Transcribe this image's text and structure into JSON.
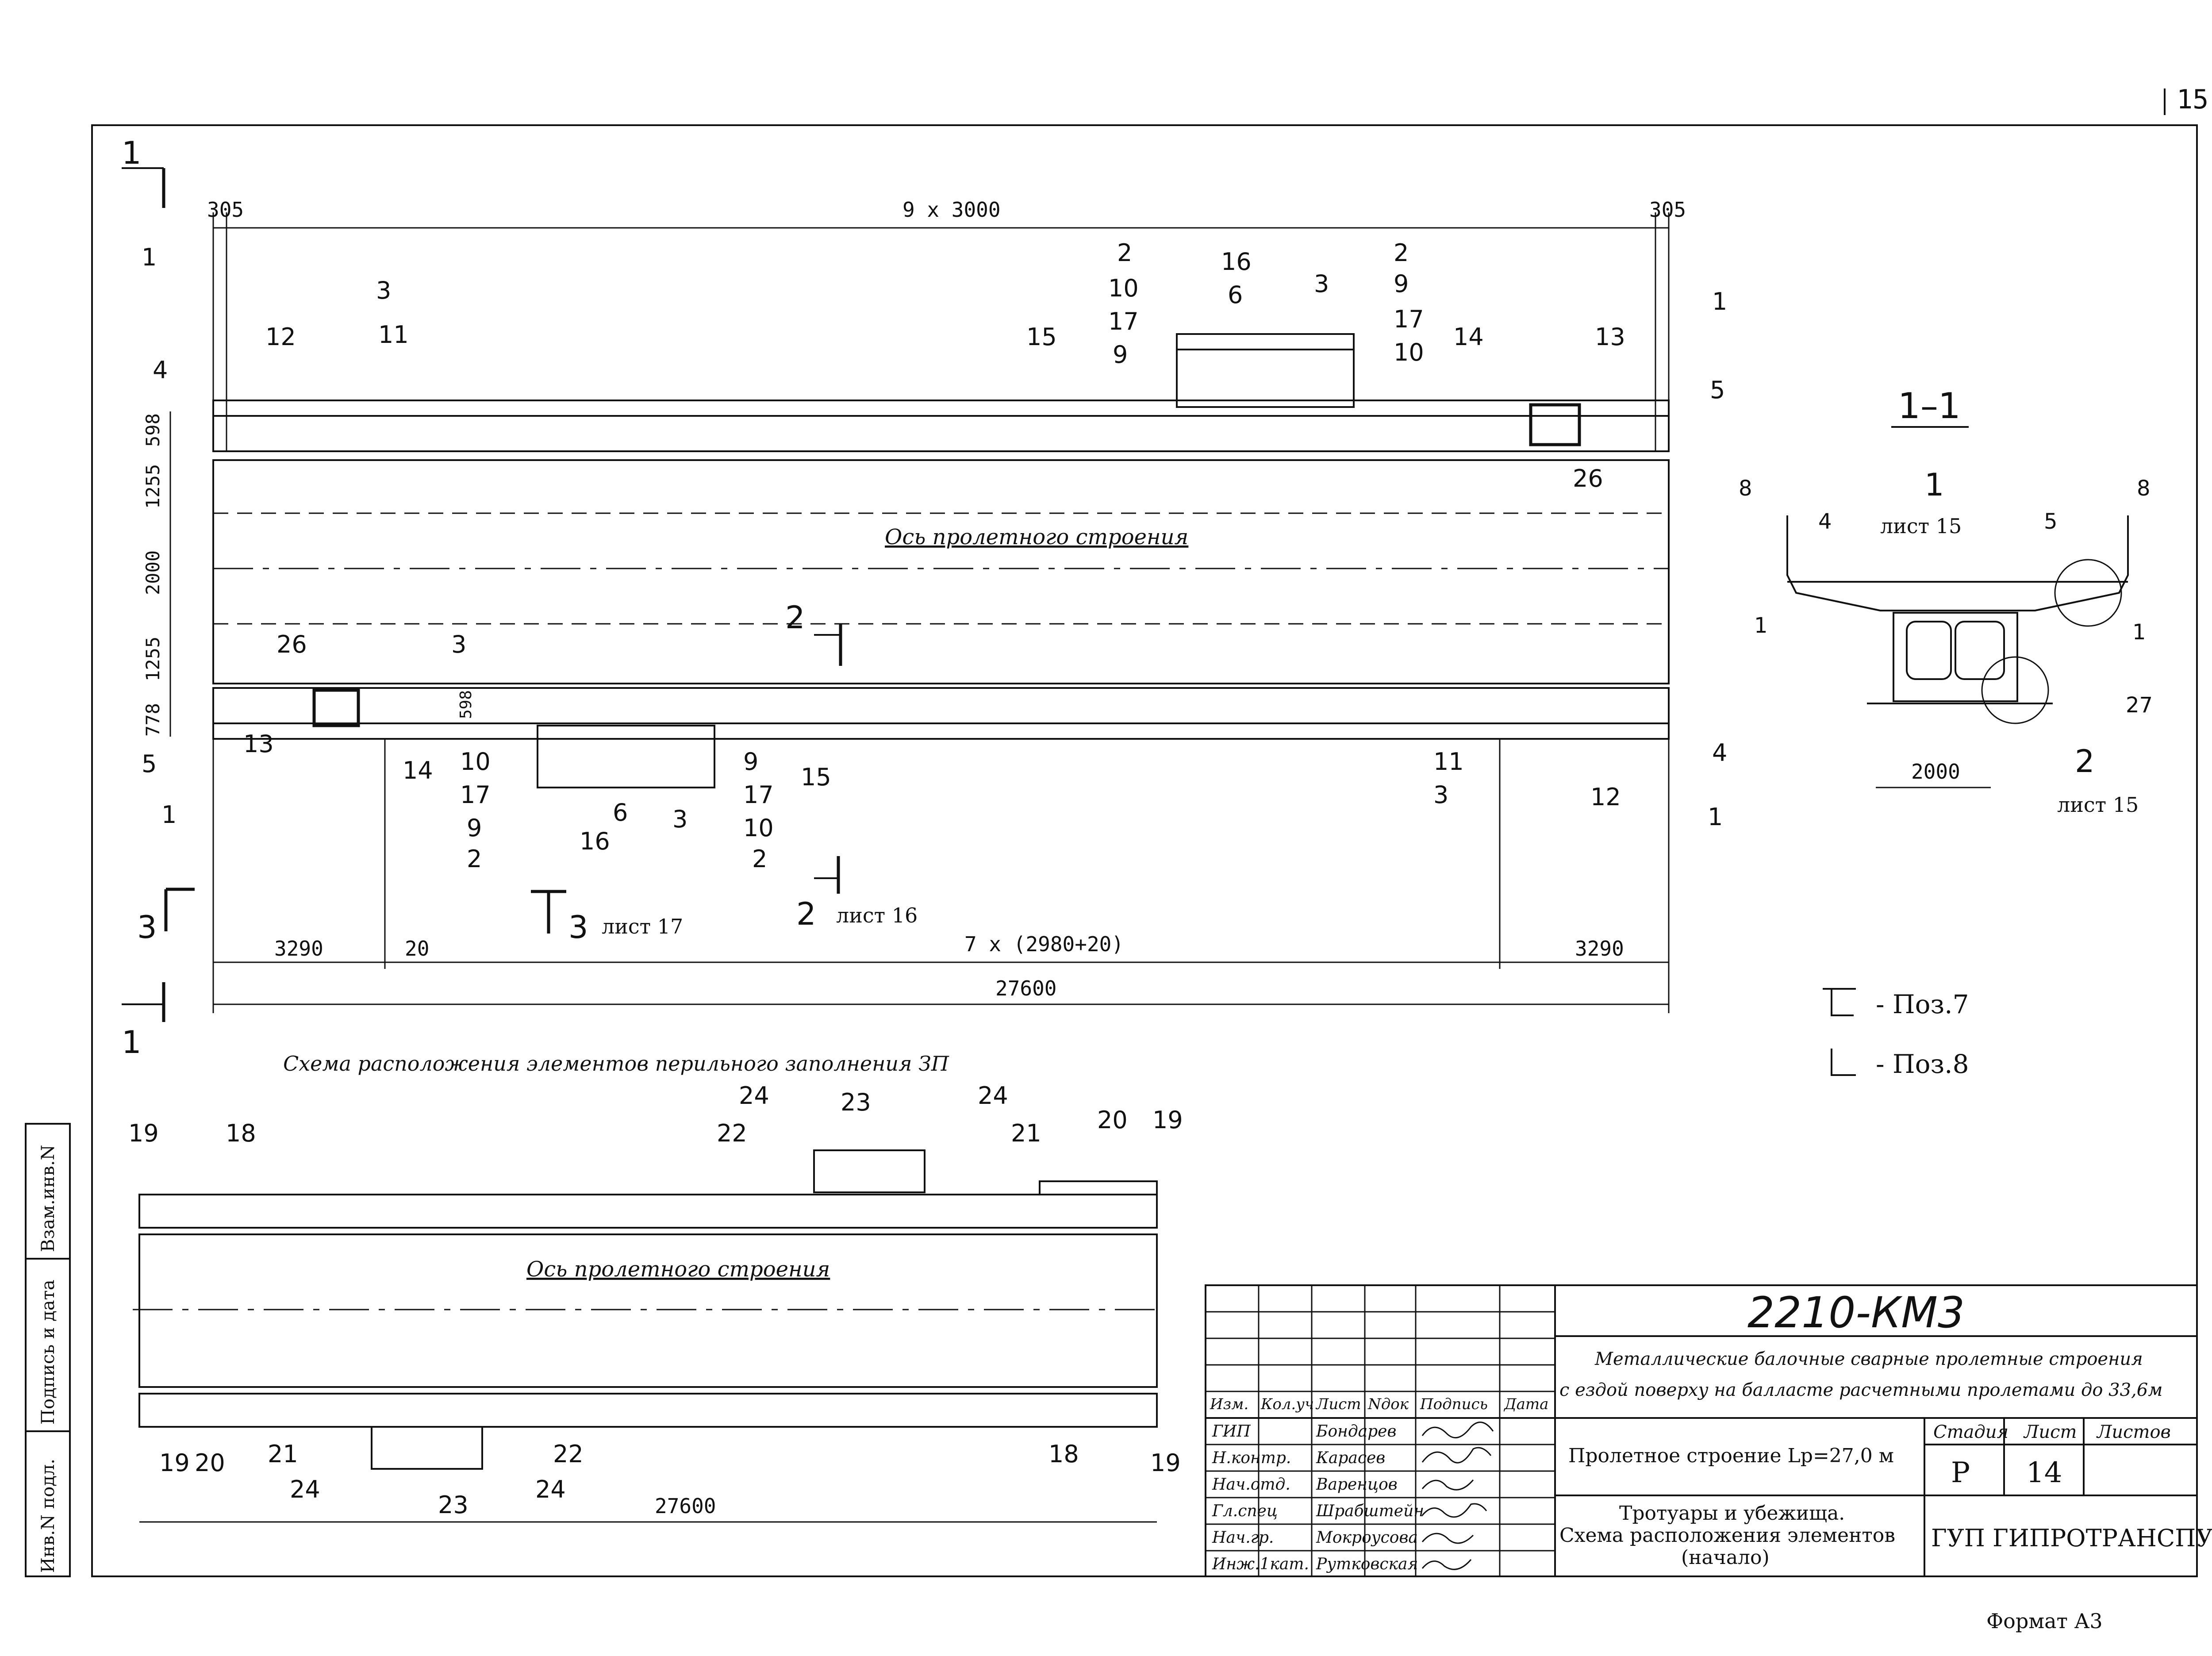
{
  "sheet": {
    "corner_number": "15",
    "format": "Формат А3"
  },
  "plan": {
    "top_dims": {
      "left_offset": "305",
      "span": "9 x 3000",
      "right_offset": "305"
    },
    "left_dims": [
      "598",
      "1255",
      "2000",
      "1255",
      "778",
      "598"
    ],
    "bottom_dims": {
      "left": "3290",
      "gap": "20",
      "middle": "7 x (2980+20)",
      "right": "3290",
      "total": "27600"
    },
    "axis_label": "Ось пролетного строения",
    "section_marks": [
      {
        "label": "1"
      },
      {
        "label": "1"
      },
      {
        "label": "2"
      },
      {
        "label": "2",
        "sheet": "лист 16"
      },
      {
        "label": "3"
      },
      {
        "label": "3",
        "sheet": "лист 17"
      }
    ],
    "top_callouts": [
      "1",
      "12",
      "3",
      "11",
      "4",
      "598",
      "2",
      "10",
      "17",
      "9",
      "16",
      "6",
      "3",
      "2",
      "9",
      "17",
      "10",
      "15",
      "14",
      "13",
      "1",
      "5",
      "26"
    ],
    "bottom_callouts": [
      "26",
      "3",
      "598",
      "5",
      "13",
      "1",
      "14",
      "10",
      "17",
      "9",
      "2",
      "6",
      "16",
      "3",
      "9",
      "17",
      "10",
      "2",
      "15",
      "11",
      "3",
      "12",
      "1",
      "4"
    ]
  },
  "section": {
    "title": "1–1",
    "callouts": [
      "8",
      "4",
      "1",
      "5",
      "8",
      "1",
      "27",
      "2"
    ],
    "ref_1": {
      "label": "1",
      "sheet": "лист 15"
    },
    "ref_2": {
      "label": "2",
      "sheet": "лист 15"
    },
    "width_dim": "2000"
  },
  "legend": [
    {
      "symbol": "T-profile",
      "text": "- Поз.7"
    },
    {
      "symbol": "L-profile",
      "text": "- Поз.8"
    }
  ],
  "railing": {
    "title": "Схема расположения элементов перильного заполнения ЗП",
    "axis_label": "Ось пролетного строения",
    "top_callouts": [
      "19",
      "18",
      "22",
      "24",
      "23",
      "24",
      "21",
      "20",
      "19"
    ],
    "bottom_callouts": [
      "19",
      "20",
      "21",
      "24",
      "23",
      "24",
      "22",
      "18",
      "19"
    ],
    "total_dim": "27600"
  },
  "side_stamp": [
    "Инв.N подл.",
    "Подпись и дата",
    "Взам.инв.N"
  ],
  "title_block": {
    "doc_code": "2210-КМ3",
    "description_line1": "Металлические балочные сварные пролетные строения",
    "description_line2": "с ездой поверху на балласте расчетными пролетами до 33,6м",
    "column_headers": [
      "Изм.",
      "Кол.уч",
      "Лист",
      "Nдок",
      "Подпись",
      "Дата"
    ],
    "roles": [
      {
        "role": "ГИП",
        "name": "Бондарев"
      },
      {
        "role": "Н.контр.",
        "name": "Карасев"
      },
      {
        "role": "Нач.отд.",
        "name": "Варенцов"
      },
      {
        "role": "Гл.спец",
        "name": "Шрабштейн"
      },
      {
        "role": "Нач.гр.",
        "name": "Мокроусова"
      },
      {
        "role": "Инж.1кат.",
        "name": "Рутковская"
      }
    ],
    "object": "Пролетное строение Lp=27,0 м",
    "stage_header": "Стадия",
    "sheet_header": "Лист",
    "sheets_header": "Листов",
    "stage": "Р",
    "sheet": "14",
    "sheets": "",
    "drawing_title_line1": "Тротуары и убежища.",
    "drawing_title_line2": "Схема расположения элементов",
    "drawing_title_line3": "(начало)",
    "organization": "ГУП ГИПРОТРАНСПУТЬ"
  }
}
